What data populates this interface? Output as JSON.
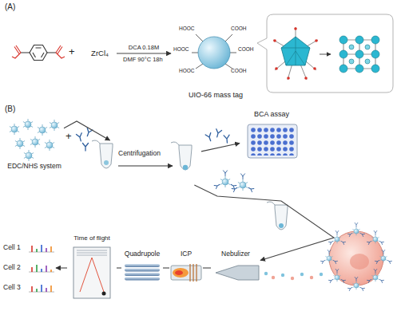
{
  "diagram": {
    "nodes": [
      {
        "text": [
          "ZrCl₄"
        ]
      },
      {
        "text": [
          "UIO-66 mass tag"
        ]
      },
      {
        "text": [
          "EDC/NHS system"
        ]
      },
      {
        "text": [
          "Centrifugation"
        ]
      },
      {
        "text": [
          "BCA assay"
        ]
      },
      {
        "text": [
          "Nebulizer"
        ]
      },
      {
        "text": [
          "ICP"
        ]
      },
      {
        "text": [
          "Quadrupole"
        ]
      },
      {
        "text": [
          "Time of flight"
        ]
      },
      {
        "text": [
          "Cell 1",
          "Cell 2",
          "Cell 3"
        ]
      }
    ],
    "edges": [
      {
        "from": 0,
        "to": 1,
        "arrow": "to",
        "label": "DCA 0.18M"
      },
      {
        "from": 2,
        "to": 3,
        "arrow": "to"
      },
      {
        "from": 3,
        "to": 4,
        "arrow": "to"
      },
      {
        "from": 3,
        "to": 5,
        "arrow": "to"
      },
      {
        "from": 5,
        "to": 6,
        "arrow": "none"
      },
      {
        "from": 6,
        "to": 7,
        "arrow": "none"
      },
      {
        "from": 7,
        "to": 8,
        "arrow": "none"
      },
      {
        "from": 8,
        "to": 9,
        "arrow": "to"
      }
    ],
    "labels": [
      "(A)",
      "+",
      "DMF 90°C 18h",
      "HOOC",
      "COOH",
      "HOOC",
      "COOH",
      "HOOC",
      "COOH",
      "(B)",
      "+"
    ]
  }
}
